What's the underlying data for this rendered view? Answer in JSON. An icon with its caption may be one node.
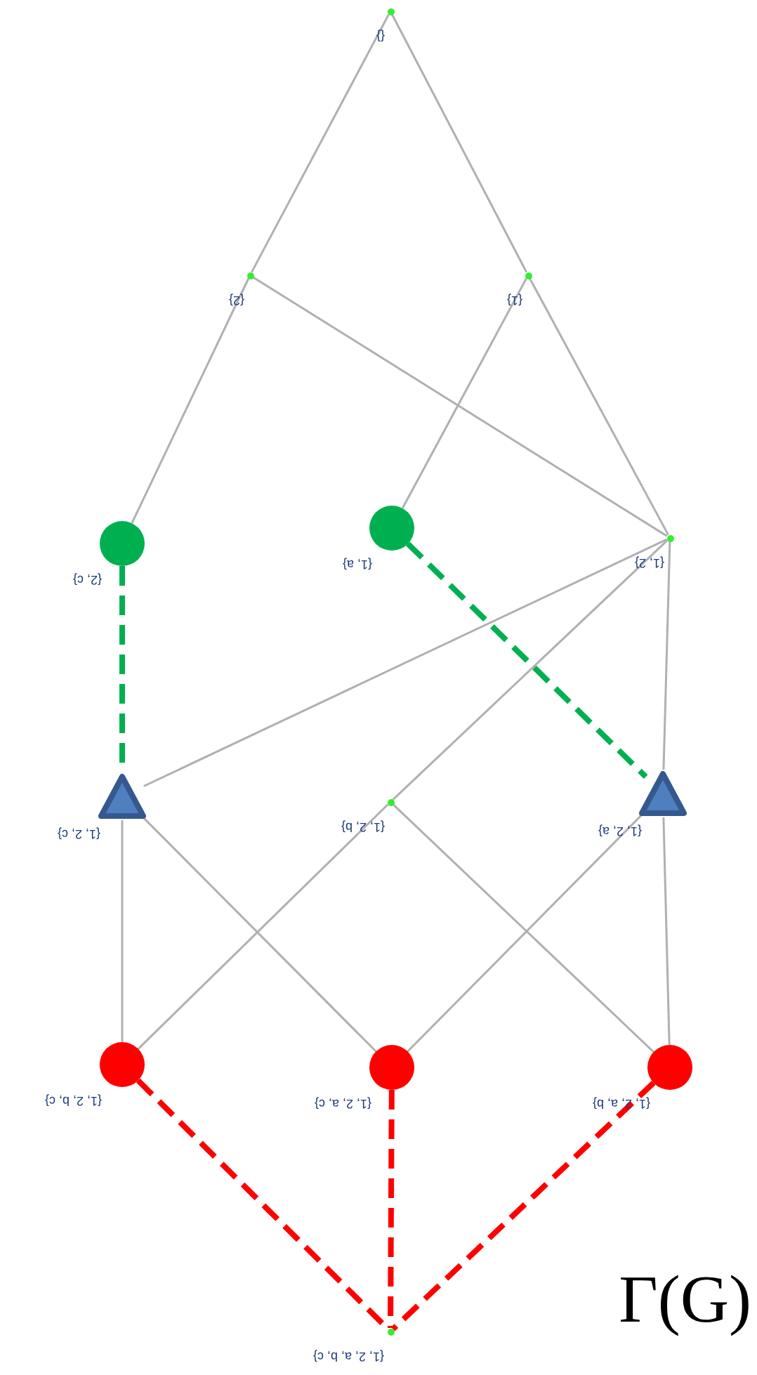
{
  "diagram": {
    "title": "Γ(G)",
    "nodes": [
      {
        "text": [],
        "shape": "dot",
        "beside": [
          "{}"
        ]
      },
      {
        "text": [],
        "shape": "dot",
        "beside": [
          "{2}"
        ]
      },
      {
        "text": [],
        "shape": "dot",
        "beside": [
          "{1}"
        ]
      },
      {
        "text": [],
        "shape": "circle",
        "beside": [
          "{2, c}"
        ]
      },
      {
        "text": [],
        "shape": "circle",
        "beside": [
          "{1, a}"
        ]
      },
      {
        "text": [],
        "shape": "dot",
        "beside": [
          "{1, 2}"
        ]
      },
      {
        "text": [],
        "shape": "triangle",
        "beside": [
          "{1, 2, c}"
        ]
      },
      {
        "text": [],
        "shape": "dot",
        "beside": [
          "{1, 2, b}"
        ]
      },
      {
        "text": [],
        "shape": "triangle",
        "beside": [
          "{1, 2, a}"
        ]
      },
      {
        "text": [],
        "shape": "circle",
        "beside": [
          "{1, 2, b, c}"
        ]
      },
      {
        "text": [],
        "shape": "circle",
        "beside": [
          "{1, 2, a, c}"
        ]
      },
      {
        "text": [],
        "shape": "circle",
        "beside": [
          "{1, 2, a, b}"
        ]
      },
      {
        "text": [],
        "shape": "dot",
        "beside": [
          "{1, 2, a, b, c}"
        ]
      }
    ],
    "edges": [
      {
        "from": 0,
        "to": 1,
        "arrow": "none"
      },
      {
        "from": 0,
        "to": 2,
        "arrow": "none"
      },
      {
        "from": 1,
        "to": 3,
        "arrow": "none"
      },
      {
        "from": 1,
        "to": 5,
        "arrow": "none"
      },
      {
        "from": 2,
        "to": 4,
        "arrow": "none"
      },
      {
        "from": 2,
        "to": 5,
        "arrow": "none"
      },
      {
        "from": 3,
        "to": 6,
        "arrow": "none",
        "style": "dashed",
        "color": "#00b050"
      },
      {
        "from": 4,
        "to": 8,
        "arrow": "none",
        "style": "dashed",
        "color": "#00b050"
      },
      {
        "from": 5,
        "to": 6,
        "arrow": "none"
      },
      {
        "from": 5,
        "to": 7,
        "arrow": "none"
      },
      {
        "from": 5,
        "to": 8,
        "arrow": "none"
      },
      {
        "from": 6,
        "to": 9,
        "arrow": "none"
      },
      {
        "from": 6,
        "to": 10,
        "arrow": "none"
      },
      {
        "from": 7,
        "to": 9,
        "arrow": "none"
      },
      {
        "from": 7,
        "to": 11,
        "arrow": "none"
      },
      {
        "from": 8,
        "to": 10,
        "arrow": "none"
      },
      {
        "from": 8,
        "to": 11,
        "arrow": "none"
      },
      {
        "from": 9,
        "to": 12,
        "arrow": "none",
        "style": "dashed",
        "color": "#ff0000"
      },
      {
        "from": 10,
        "to": 12,
        "arrow": "none",
        "style": "dashed",
        "color": "#ff0000"
      },
      {
        "from": 11,
        "to": 12,
        "arrow": "none",
        "style": "dashed",
        "color": "#ff0000"
      }
    ]
  }
}
